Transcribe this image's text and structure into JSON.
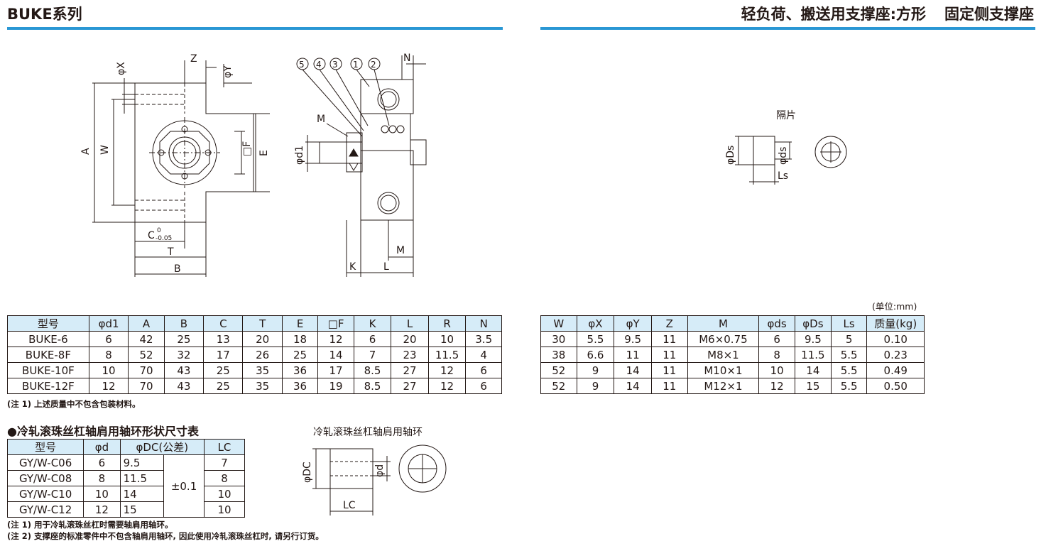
{
  "header": {
    "left_title": "BUKE系列",
    "right_title_1": "轻负荷、搬送用支撑座:方形",
    "right_title_2": "固定侧支撑座"
  },
  "drawing": {
    "front_labels": {
      "phiX": "φX",
      "Z": "Z",
      "phiY": "φY",
      "A": "A",
      "W": "W",
      "F": "□F",
      "E": "E",
      "C": "C",
      "C_sup": "0",
      "C_sub": "-0.05",
      "T": "T",
      "B": "B"
    },
    "side_labels": {
      "n1": "①",
      "n2": "②",
      "n3": "③",
      "n4": "④",
      "n5": "⑤",
      "N": "N",
      "M_top": "M",
      "phid1": "φd1",
      "M_bot": "M",
      "K": "K",
      "L": "L"
    },
    "spacer_title": "隔片",
    "spacer_labels": {
      "phiDs": "φDs",
      "phids": "φds",
      "Ls": "Ls"
    },
    "collar_title": "冷轧滚珠丝杠轴肩用轴环",
    "collar_labels": {
      "phiDC": "φDC",
      "phid": "φd",
      "LC": "LC"
    }
  },
  "unit_label": "(单位:mm)",
  "table1": {
    "headers": [
      "型号",
      "φd1",
      "A",
      "B",
      "C",
      "T",
      "E",
      "□F",
      "K",
      "L",
      "R",
      "N"
    ],
    "rows": [
      [
        "BUKE-6",
        "6",
        "42",
        "25",
        "13",
        "20",
        "18",
        "12",
        "6",
        "20",
        "10",
        "3.5"
      ],
      [
        "BUKE-8F",
        "8",
        "52",
        "32",
        "17",
        "26",
        "25",
        "14",
        "7",
        "23",
        "11.5",
        "4"
      ],
      [
        "BUKE-10F",
        "10",
        "70",
        "43",
        "25",
        "35",
        "36",
        "17",
        "8.5",
        "27",
        "12",
        "6"
      ],
      [
        "BUKE-12F",
        "12",
        "70",
        "43",
        "25",
        "35",
        "36",
        "19",
        "8.5",
        "27",
        "12",
        "6"
      ]
    ]
  },
  "table2": {
    "headers": [
      "W",
      "φX",
      "φY",
      "Z",
      "M",
      "φds",
      "φDs",
      "Ls",
      "质量(kg)"
    ],
    "rows": [
      [
        "30",
        "5.5",
        "9.5",
        "11",
        "M6×0.75",
        "6",
        "9.5",
        "5",
        "0.10"
      ],
      [
        "38",
        "6.6",
        "11",
        "11",
        "M8×1",
        "8",
        "11.5",
        "5.5",
        "0.23"
      ],
      [
        "52",
        "9",
        "14",
        "11",
        "M10×1",
        "10",
        "14",
        "5.5",
        "0.49"
      ],
      [
        "52",
        "9",
        "14",
        "11",
        "M12×1",
        "12",
        "15",
        "5.5",
        "0.50"
      ]
    ]
  },
  "note1": "(注 1) 上述质量中不包含包装材料。",
  "collar_section_title": "●冷轧滚珠丝杠轴肩用轴环形状尺寸表",
  "table3": {
    "headers": [
      "型号",
      "φd",
      "φDC(公差)",
      "LC"
    ],
    "tolerance": "±0.1",
    "rows": [
      [
        "GY/W-C06",
        "6",
        "9.5",
        "7"
      ],
      [
        "GY/W-C08",
        "8",
        "11.5",
        "8"
      ],
      [
        "GY/W-C10",
        "10",
        "14",
        "10"
      ],
      [
        "GY/W-C12",
        "12",
        "15",
        "10"
      ]
    ]
  },
  "notes_bottom": [
    "(注 1) 用于冷轧滚珠丝杠时需要轴肩用轴环。",
    "(注 2) 支撑座的标准零件中不包含轴肩用轴环, 因此使用冷轧滚珠丝杠时, 请另行订货。"
  ]
}
